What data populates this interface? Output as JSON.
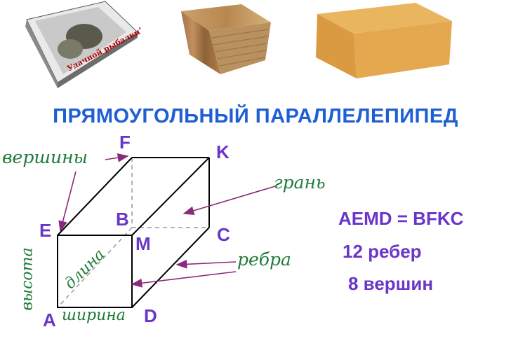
{
  "title": "ПРЯМОУГОЛЬНЫЙ ПАРАЛЛЕЛЕПИПЕД",
  "photos": [
    {
      "name": "matchbox-photo",
      "caption": "Удачной рыбалки!"
    },
    {
      "name": "wood-block-photo"
    },
    {
      "name": "brick-photo"
    }
  ],
  "vertices": {
    "F": "F",
    "K": "K",
    "E": "E",
    "B": "B",
    "M": "M",
    "C": "C",
    "A": "A",
    "D": "D"
  },
  "terms": {
    "vertices": "вершины",
    "face": "грань",
    "edges": "ребра",
    "height": "высота",
    "length": "длина",
    "width": "ширина"
  },
  "facts": {
    "equality": "AEMD = BFKC",
    "edges_count": "12 ребер",
    "vertices_count": "8 вершин"
  },
  "colors": {
    "title": "#1f5fd4",
    "vertex_labels": "#6a35c9",
    "terms": "#1f7a3a",
    "arrows": "#8b2a7d",
    "edges": "#000000",
    "hidden_edges": "#9a9a9a"
  }
}
